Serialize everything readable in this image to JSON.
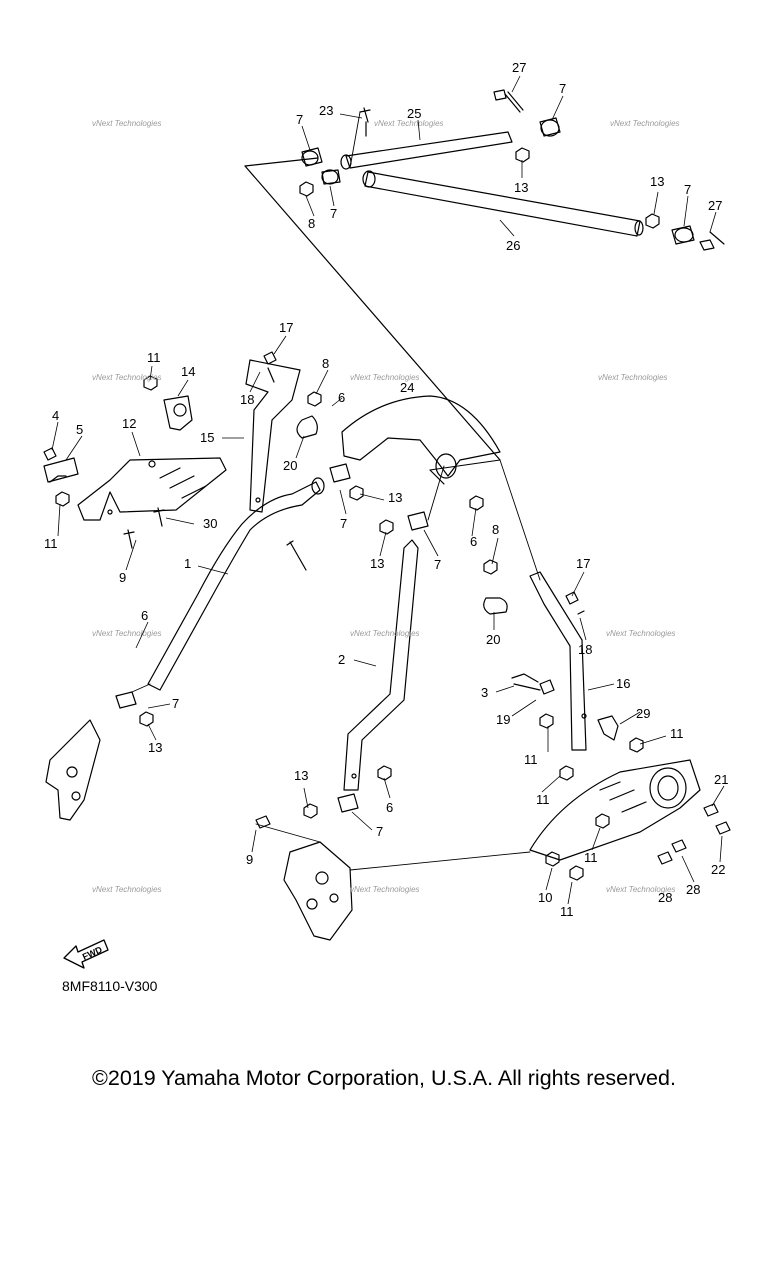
{
  "callouts": [
    "27",
    "7",
    "23",
    "25",
    "7",
    "13",
    "7",
    "8",
    "13",
    "7",
    "27",
    "26",
    "17",
    "8",
    "11",
    "14",
    "18",
    "6",
    "24",
    "4",
    "5",
    "12",
    "15",
    "20",
    "13",
    "7",
    "11",
    "30",
    "6",
    "8",
    "9",
    "1",
    "13",
    "7",
    "17",
    "6",
    "18",
    "20",
    "2",
    "16",
    "3",
    "29",
    "19",
    "11",
    "7",
    "11",
    "13",
    "21",
    "13",
    "6",
    "11",
    "22",
    "7",
    "9",
    "11",
    "28",
    "10",
    "11",
    "28"
  ],
  "watermark_text": "vNext Technologies",
  "fwd_label": "FWD",
  "diagram_code": "8MF8110-V300",
  "copyright": "©2019 Yamaha Motor Corporation, U.S.A. All rights reserved.",
  "colors": {
    "line": "#000000",
    "background": "#ffffff",
    "watermark": "#9a9a9a"
  }
}
